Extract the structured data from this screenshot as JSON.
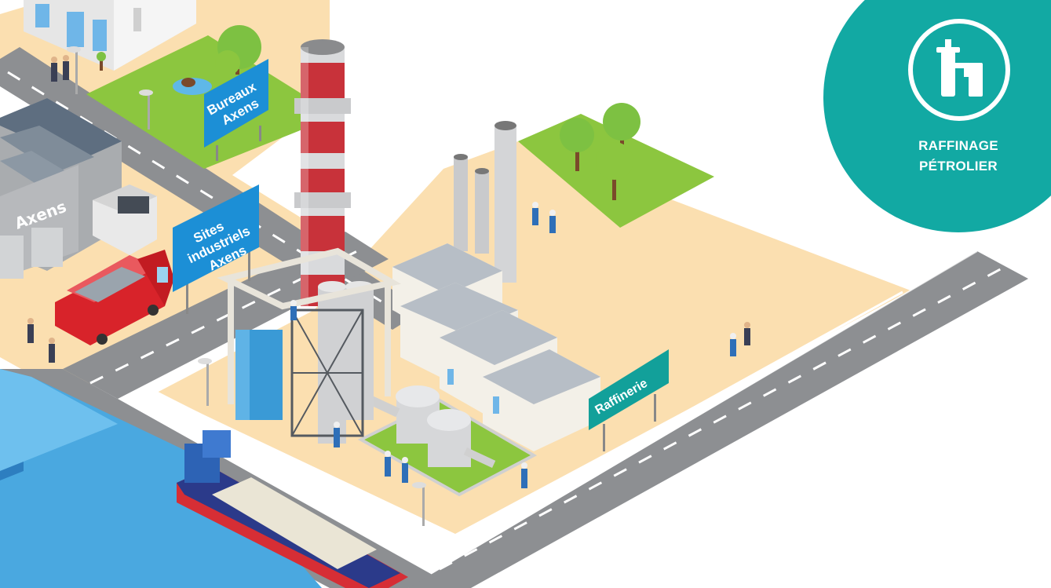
{
  "signs": {
    "bureaux": [
      "Bureaux",
      "Axens"
    ],
    "sites": [
      "Sites",
      "industriels",
      "Axens"
    ],
    "raffinerie": "Raffinerie"
  },
  "building_logo": "Axens",
  "badge": {
    "line1": "RAFFINAGE",
    "line2": "PÉTROLIER",
    "icon": "refinery-column-icon",
    "color": "#12a9a3"
  },
  "colors": {
    "ground": "#fbdfb0",
    "road": "#8d8f92",
    "grass": "#8cc63f",
    "water": "#4aa8e0",
    "sign_blue": "#1c8fd6",
    "sign_teal": "#12a09a",
    "chimney_red": "#c8323a"
  }
}
